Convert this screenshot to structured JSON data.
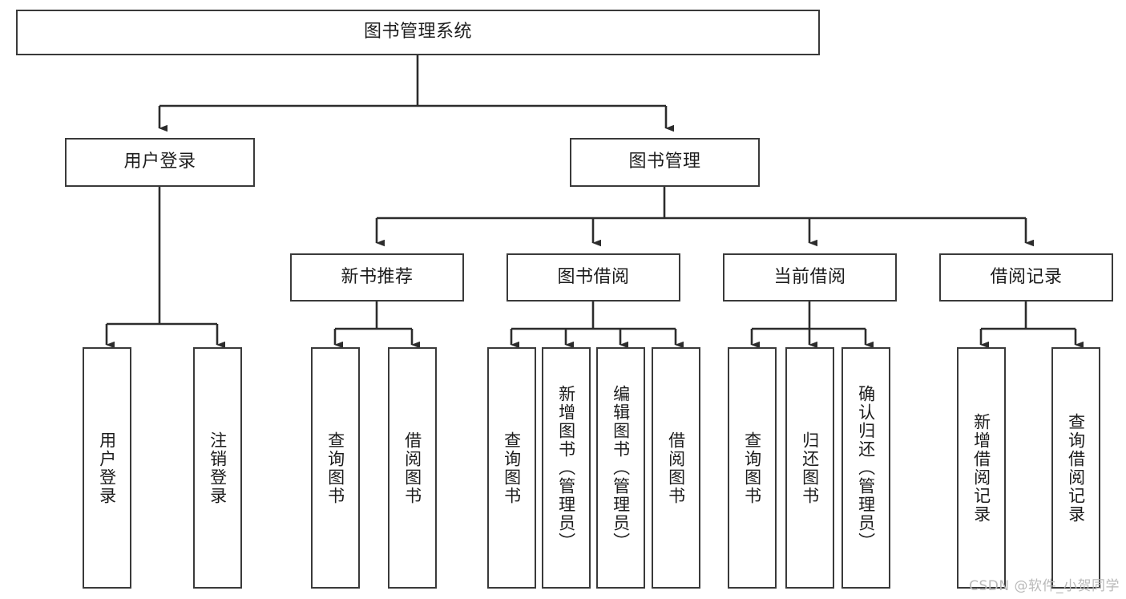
{
  "diagram": {
    "title_node": {
      "label": "图书管理系统"
    },
    "level2": [
      {
        "id": "user-login",
        "label": "用户登录"
      },
      {
        "id": "book-manage",
        "label": "图书管理"
      }
    ],
    "level3": [
      {
        "id": "new-book-recommend",
        "label": "新书推荐"
      },
      {
        "id": "book-borrow",
        "label": "图书借阅"
      },
      {
        "id": "current-borrow",
        "label": "当前借阅"
      },
      {
        "id": "borrow-record",
        "label": "借阅记录"
      }
    ],
    "leaves": [
      {
        "id": "leaf-user-login",
        "label": "用户登录"
      },
      {
        "id": "leaf-logout-login",
        "label": "注销登录"
      },
      {
        "id": "leaf-query-book-1",
        "label": "查询图书"
      },
      {
        "id": "leaf-borrow-book-1",
        "label": "借阅图书"
      },
      {
        "id": "leaf-query-book-2",
        "label": "查询图书"
      },
      {
        "id": "leaf-add-book",
        "label": "新增图书（管理员）"
      },
      {
        "id": "leaf-edit-book",
        "label": "编辑图书（管理员）"
      },
      {
        "id": "leaf-borrow-book-2",
        "label": "借阅图书"
      },
      {
        "id": "leaf-query-book-3",
        "label": "查询图书"
      },
      {
        "id": "leaf-return-book",
        "label": "归还图书"
      },
      {
        "id": "leaf-confirm-return",
        "label": "确认归还（管理员）"
      },
      {
        "id": "leaf-add-record",
        "label": "新增借阅记录"
      },
      {
        "id": "leaf-query-record",
        "label": "查询借阅记录"
      }
    ]
  },
  "watermark": {
    "text": "CSDN @软件_小贺同学"
  },
  "colors": {
    "border": "#3a3a3a",
    "background": "#ffffff",
    "text": "#1c1c1c",
    "watermark": "#b9b9b9"
  }
}
